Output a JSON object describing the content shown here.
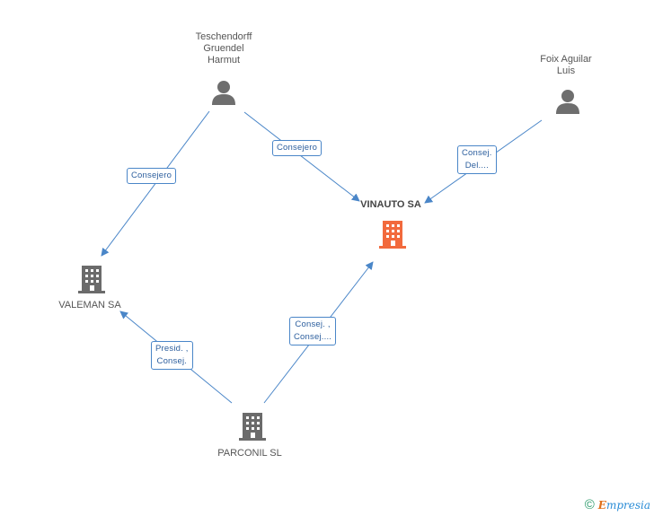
{
  "nodes": {
    "teschendorff": {
      "label": "Teschendorff\nGruendel\nHarmut"
    },
    "foix": {
      "label": "Foix Aguilar\nLuis"
    },
    "vinauto": {
      "label": "VINAUTO SA"
    },
    "valeman": {
      "label": "VALEMAN SA"
    },
    "parconil": {
      "label": "PARCONIL SL"
    }
  },
  "edges": {
    "consejero_left": "Consejero",
    "consejero_right": "Consejero",
    "consej_del": "Consej.\nDel....",
    "presid_consej": "Presid. ,\nConsej.",
    "consej_consej": "Consej. ,\nConsej...."
  },
  "footer": {
    "copyright": "©",
    "brand_e": "E",
    "brand_rest": "mpresia"
  },
  "colors": {
    "edge": "#4a86c8",
    "company": "#6b6b6b",
    "company_main": "#f26a3d",
    "person": "#6e6e6e"
  }
}
